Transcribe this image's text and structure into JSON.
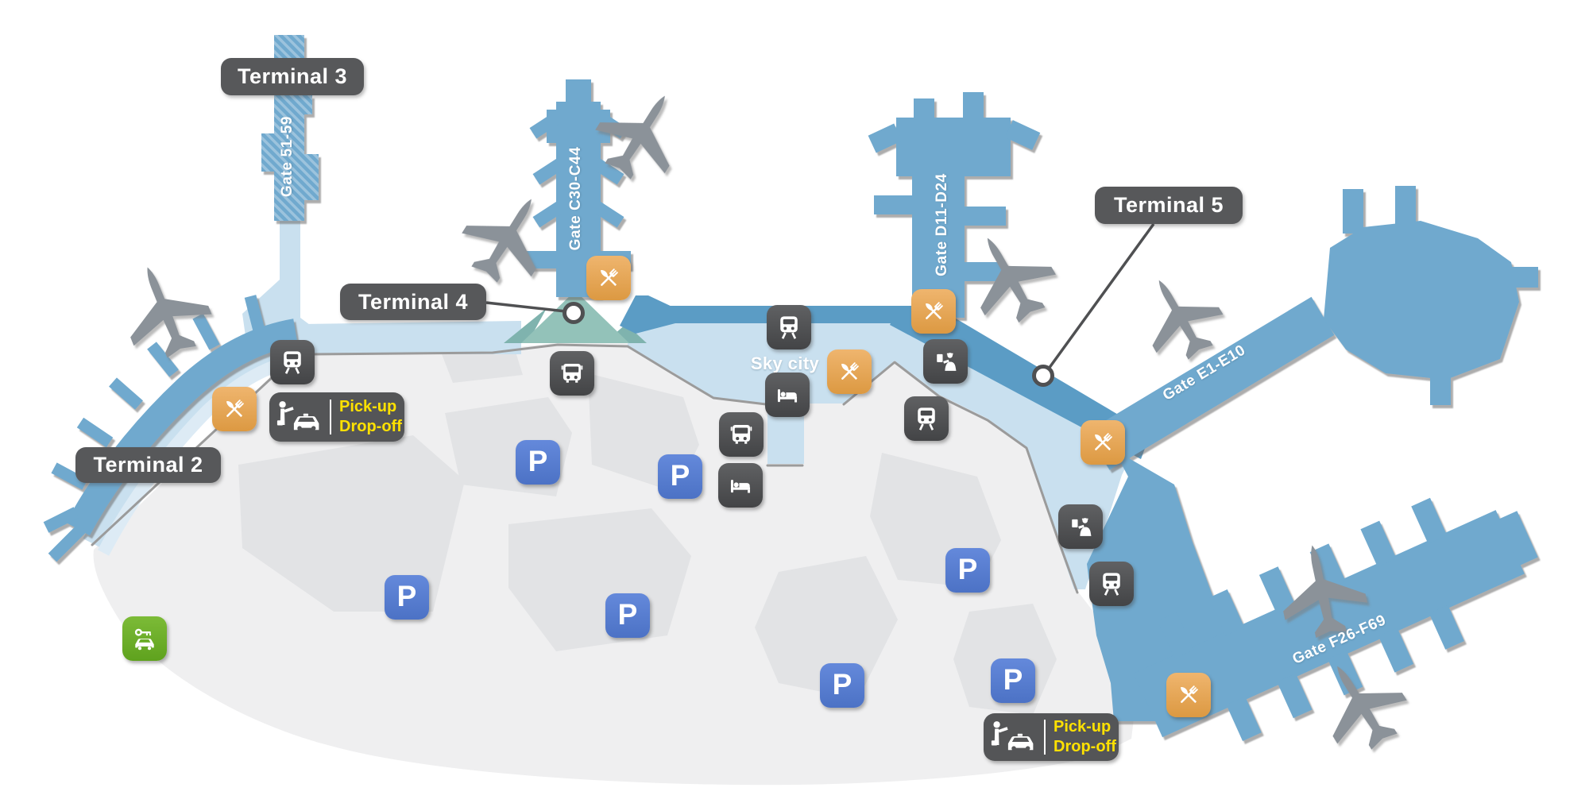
{
  "labels": {
    "terminal2": "Terminal 2",
    "terminal3": "Terminal 3",
    "terminal4": "Terminal 4",
    "terminal5": "Terminal 5",
    "sky_city": "Sky city"
  },
  "gates": {
    "t3": "Gate 51-59",
    "c": "Gate C30-C44",
    "d": "Gate D11-D24",
    "e": "Gate E1-E10",
    "f": "Gate F26-F69"
  },
  "parking_letter": "P",
  "pickup": {
    "line1": "Pick-up",
    "line2": "Drop-off"
  },
  "poi_types": [
    "restaurant",
    "train-station",
    "bus-stop",
    "hotel",
    "passport-control",
    "parking",
    "car-rental",
    "pick-up-drop-off"
  ],
  "colors": {
    "pier_blue": "#6FA9CE",
    "accent_blue": "#5B9CC5",
    "light_blue": "#C9E0EF",
    "pale_blue": "#DDEBF5",
    "teal": "#93C2B9",
    "land_gray": "#EFEFF0",
    "lot_gray": "#E2E3E5",
    "label_dark": "#57585A",
    "restaurant_orange": "#E9A85D",
    "parking_blue": "#5B80D2",
    "rental_green": "#70B32B",
    "badge_yellow": "#FFE100",
    "plane_gray": "#8B9299"
  }
}
